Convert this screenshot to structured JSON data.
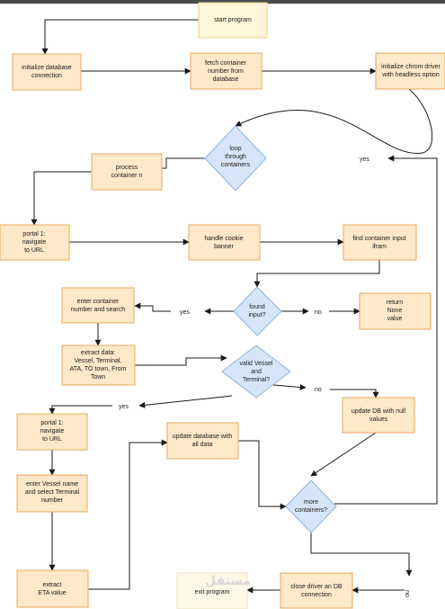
{
  "nodes": {
    "start": [
      "start program"
    ],
    "init_db": [
      "initialize database",
      "connection"
    ],
    "fetch": [
      "fetch container",
      "number from",
      "database"
    ],
    "init_chrome": [
      "initialize chrom driver",
      "with headless option"
    ],
    "loop": [
      "loop",
      "through",
      "containers"
    ],
    "process": [
      "process",
      "container n"
    ],
    "portal1": [
      "portal 1:",
      "navigate",
      "to URL"
    ],
    "cookie": [
      "handle cookie",
      "banner"
    ],
    "find_input": [
      "find container input",
      "ifram"
    ],
    "found_input": [
      "found",
      "input?"
    ],
    "enter_container": [
      "enter container",
      "number and search"
    ],
    "return_none": [
      "return",
      "None",
      "value"
    ],
    "extract_data": [
      "extract data:",
      "Vessel, Terminal,",
      "ATA, TO town, From",
      "Town"
    ],
    "valid": [
      "valid Vessel",
      "and",
      "Terminal?"
    ],
    "update_null": [
      "update DB with null",
      "values"
    ],
    "portal1b": [
      "portal 1:",
      "navigate",
      "to URL"
    ],
    "update_all": [
      "update database with",
      "all data"
    ],
    "enter_vessel": [
      "enter Vessel name",
      "and select Terminal",
      "number"
    ],
    "more": [
      "more",
      "containers?"
    ],
    "extract_eta": [
      "extract",
      "ETA value"
    ],
    "close": [
      "close driver an DB",
      "connection"
    ],
    "exit": [
      "exit program"
    ]
  },
  "edge_labels": {
    "loop_yes": "yes",
    "found_yes": "yes",
    "found_no": "no",
    "valid_no": "no",
    "valid_yes": "yes",
    "more_no": "no"
  },
  "watermark": "مستقل",
  "colors": {
    "process_fill": "#fde8c8",
    "process_stroke": "#e8a95c",
    "decision_fill": "#d6e6f8",
    "decision_stroke": "#8fb3dc"
  }
}
